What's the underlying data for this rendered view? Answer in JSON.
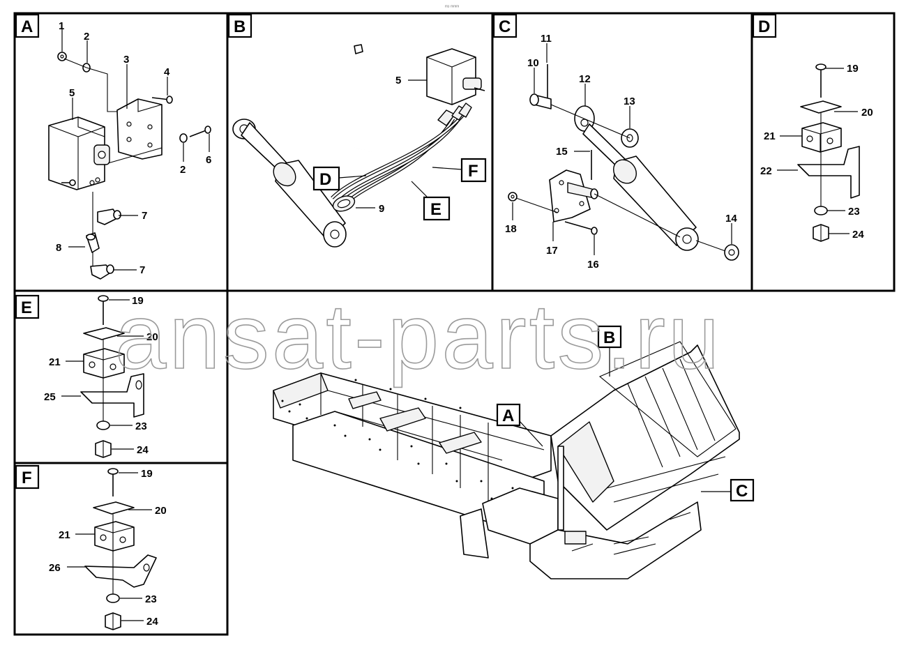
{
  "header_mark": "ᵐᵌ ᵐᵐᵐ",
  "watermark": "ansat-parts.ru",
  "panels": {
    "A": {
      "tag": "A",
      "labels": [
        "1",
        "2",
        "3",
        "4",
        "5",
        "2",
        "6",
        "7",
        "8",
        "7"
      ]
    },
    "B": {
      "tag": "B",
      "labels": [
        "5",
        "9"
      ],
      "tags": [
        "D",
        "E",
        "F"
      ]
    },
    "C": {
      "tag": "C",
      "labels": [
        "11",
        "10",
        "12",
        "13",
        "15",
        "14",
        "18",
        "17",
        "16"
      ]
    },
    "D": {
      "tag": "D",
      "labels": [
        "19",
        "20",
        "21",
        "22",
        "23",
        "24"
      ]
    },
    "E": {
      "tag": "E",
      "labels": [
        "19",
        "20",
        "21",
        "25",
        "23",
        "24"
      ]
    },
    "F": {
      "tag": "F",
      "labels": [
        "19",
        "20",
        "21",
        "26",
        "23",
        "24"
      ]
    }
  },
  "overview_tags": [
    "A",
    "B",
    "C"
  ],
  "colors": {
    "line": "#000000",
    "background": "#ffffff",
    "watermark": "#9a9a9a"
  }
}
